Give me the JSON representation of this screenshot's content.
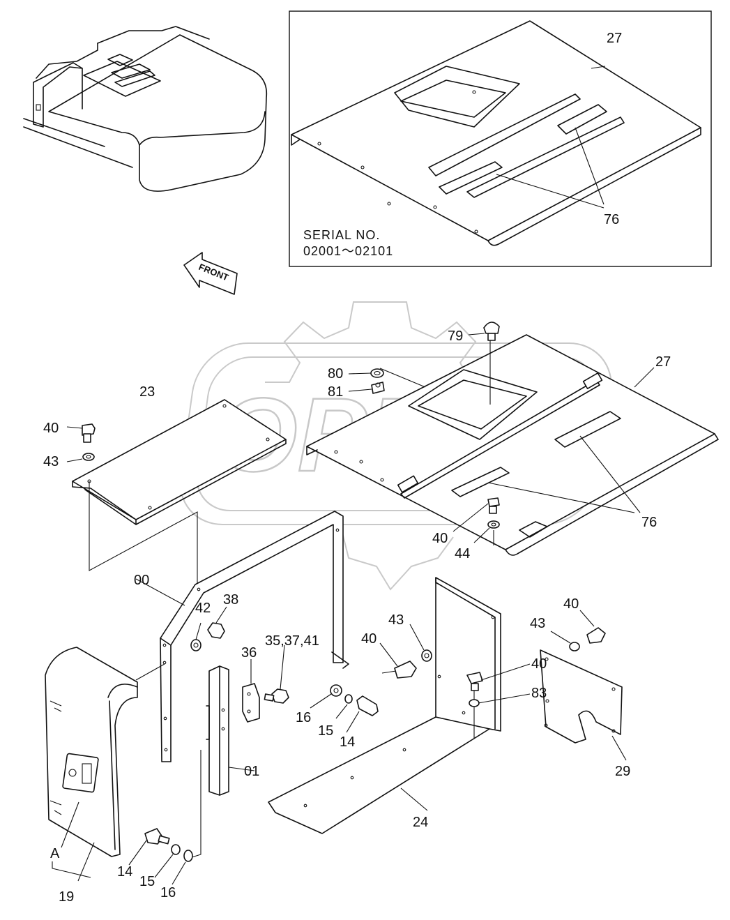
{
  "watermark": {
    "text": "OPEX"
  },
  "inset": {
    "serial_line1": "SERIAL  NO.",
    "serial_line2": "02001～02101"
  },
  "direction_label": "FRONT",
  "callouts": {
    "c27_inset": "27",
    "c76_inset": "76",
    "c79": "79",
    "c80": "80",
    "c81": "81",
    "c27": "27",
    "c23": "23",
    "c40_a": "40",
    "c43_a": "43",
    "c40_b": "40",
    "c44": "44",
    "c76": "76",
    "c00": "00",
    "c42": "42",
    "c38": "38",
    "c36": "36",
    "c35_37_41": "35,37,41",
    "c16_a": "16",
    "c15_a": "15",
    "c14_a": "14",
    "c01": "01",
    "c43_b": "43",
    "c40_c": "40",
    "c40_d": "40",
    "c83": "83",
    "c40_e": "40",
    "c43_c": "43",
    "c29": "29",
    "c24": "24",
    "cA": "A",
    "c19": "19",
    "c14_b": "14",
    "c15_b": "15",
    "c16_b": "16"
  }
}
